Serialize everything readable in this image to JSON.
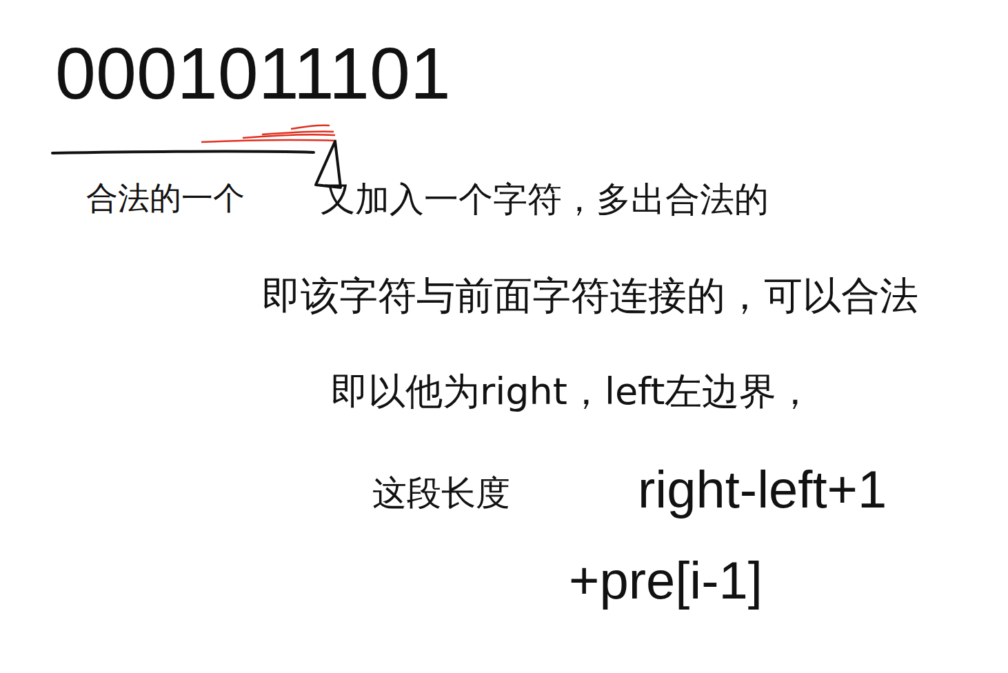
{
  "diagram": {
    "labels": [
      "0001011101",
      "合法的一个",
      "又加入一个字符，多出合法的",
      "即该字符与前面字符连接的，可以合法",
      "即以他为right，left左边界，",
      "这段长度",
      "right-left+1",
      "+pre[i-1]"
    ]
  }
}
